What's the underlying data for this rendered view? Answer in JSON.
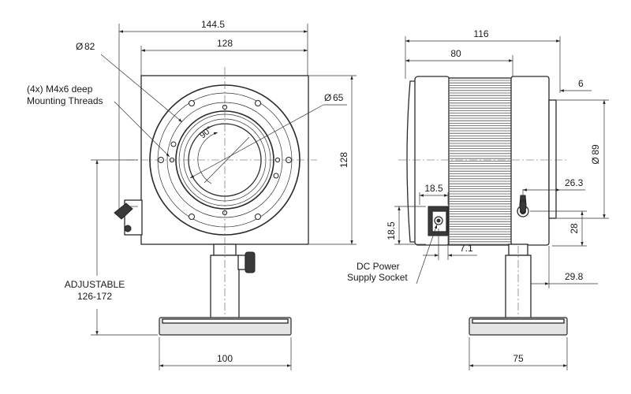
{
  "dims": {
    "overall_width": "144.5",
    "front_width": "128",
    "front_height": "128",
    "outer_diameter": "82",
    "inner_diameter": "65",
    "angle": "90°",
    "depth_total": "116",
    "depth_body": "80",
    "flange": "6",
    "side_diameter": "89",
    "post_offset": "26.3",
    "height_28": "28",
    "height_29_8": "29.8",
    "socket_width": "18.5",
    "socket_height": "18.5",
    "socket_offset": "7.1",
    "base_front": "100",
    "base_side": "75"
  },
  "symbols": {
    "diameter": "Ø"
  },
  "labels": {
    "threads_line1": "(4x) M4x6 deep",
    "threads_line2": "Mounting Threads",
    "adjustable_line1": "ADJUSTABLE",
    "adjustable_line2": "126-172",
    "power_line1": "DC Power",
    "power_line2": "Supply Socket"
  }
}
